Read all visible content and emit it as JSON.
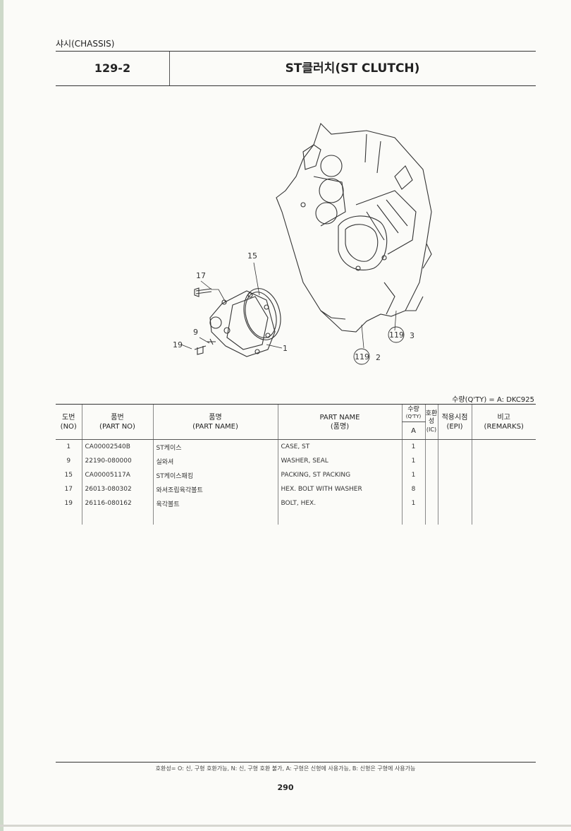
{
  "section": "샤시(CHASSIS)",
  "sheet": {
    "number": "129-2",
    "title": "ST클러치(ST CLUTCH)"
  },
  "diagram": {
    "callouts": [
      "15",
      "17",
      "9",
      "19",
      "1",
      "119",
      "3",
      "119",
      "2"
    ]
  },
  "qty_note": "수량(Q'TY) = A: DKC925",
  "table": {
    "headers": {
      "no_ko": "도번",
      "no_en": "(NO)",
      "partno_ko": "품번",
      "partno_en": "(PART NO)",
      "partname_ko": "품명",
      "partname_en": "(PART NAME)",
      "name_en": "PART NAME",
      "name_ko": "(품명)",
      "qty_ko": "수량",
      "qty_en": "(Q'TY)",
      "qty_a": "A",
      "ic_ko": "호환성",
      "ic_en": "(IC)",
      "epi_ko": "적용시점",
      "epi_en": "(EPI)",
      "remarks_ko": "비고",
      "remarks_en": "(REMARKS)"
    },
    "rows": [
      {
        "no": "1",
        "part_no": "CA00002540B",
        "name_ko": "ST케이스",
        "name_en": "CASE, ST",
        "qty": "1"
      },
      {
        "no": "9",
        "part_no": "22190-080000",
        "name_ko": "실와셔",
        "name_en": "WASHER, SEAL",
        "qty": "1"
      },
      {
        "no": "15",
        "part_no": "CA00005117A",
        "name_ko": "ST케이스패킹",
        "name_en": "PACKING, ST PACKING",
        "qty": "1"
      },
      {
        "no": "17",
        "part_no": "26013-080302",
        "name_ko": "와셔조립육각볼트",
        "name_en": "HEX. BOLT WITH WASHER",
        "qty": "8"
      },
      {
        "no": "19",
        "part_no": "26116-080162",
        "name_ko": "육각볼트",
        "name_en": "BOLT, HEX.",
        "qty": "1"
      }
    ]
  },
  "footnote": "호환성= O: 신, 구형 호환가능,  N: 신, 구형 호환 불가, A: 구형은 신형에 사용가능, B: 신형은 구형에 사용가능",
  "page_number": "290"
}
